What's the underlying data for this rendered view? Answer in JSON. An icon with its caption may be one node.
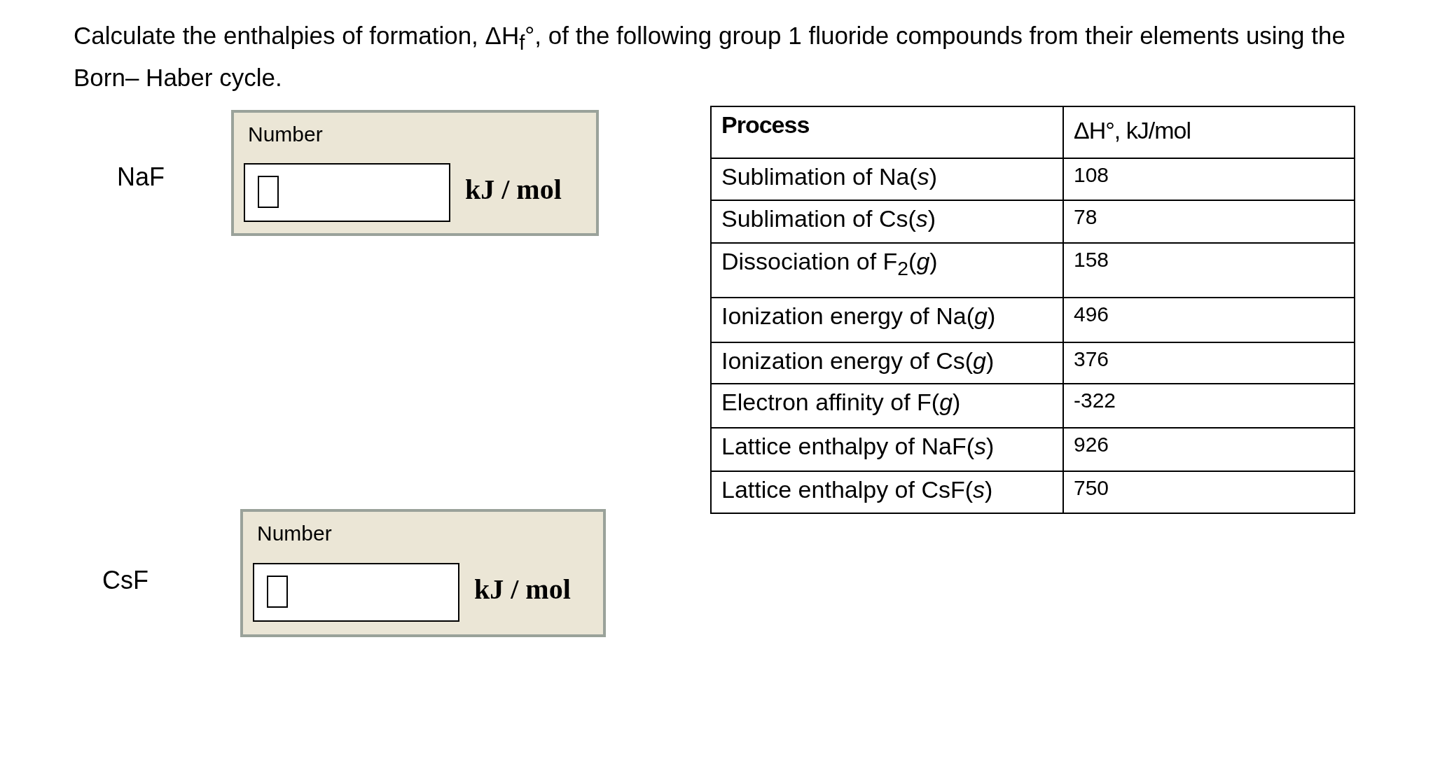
{
  "diagram": {
    "title": "Calculate the enthalpies of formation, ΔH$_{f}$°, of the following group 1 fluoride compounds from their elements using the Born– Haber cycle.",
    "nodes": [
      {
        "text": [
          "Number",
          "kJ / mol"
        ]
      },
      {
        "text": [
          "Number",
          "kJ / mol"
        ]
      }
    ],
    "labels": [
      "NaF",
      "Process",
      "ΔH°, kJ/mol",
      "Sublimation of Na(*s*)",
      "108",
      "Sublimation of Cs(*s*)",
      "78",
      "Dissociation of F$_{2}$(*g*)",
      "158",
      "Ionization energy of Na(*g*)",
      "496",
      "Ionization energy of Cs(*g*)",
      "376",
      "Electron affinity of F(*g*)",
      "-322",
      "Lattice enthalpy of NaF(*s*)",
      "926",
      "Lattice enthalpy of CsF(*s*)",
      "750",
      "CsF"
    ]
  }
}
